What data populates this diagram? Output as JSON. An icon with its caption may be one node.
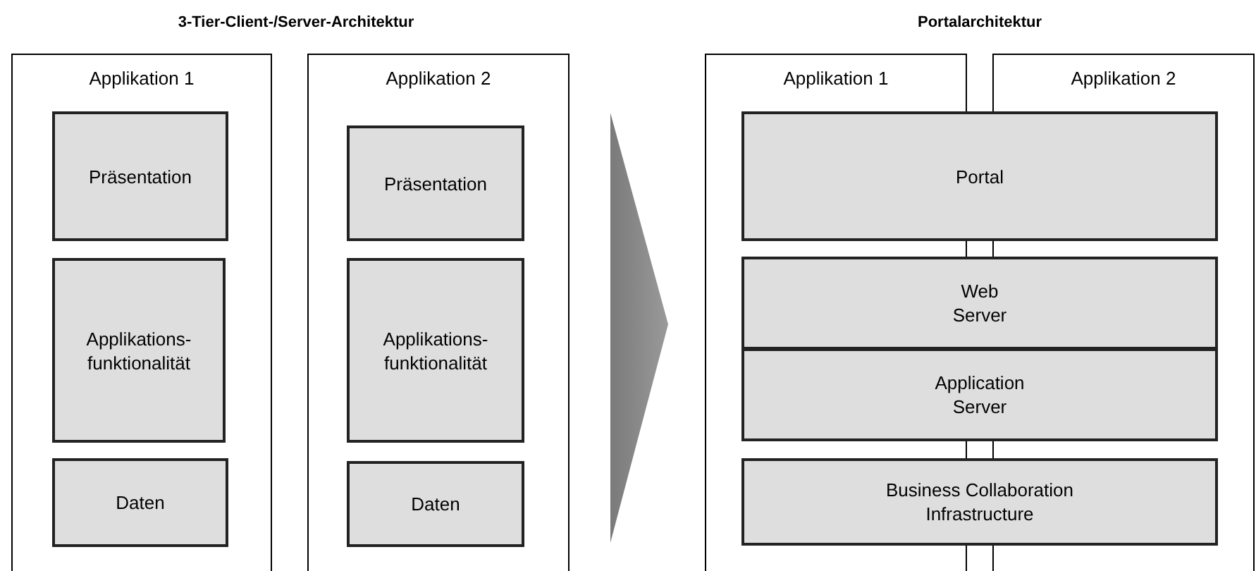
{
  "diagram": {
    "nodes": [
      {
        "text": [
          "Applikation 1"
        ]
      },
      {
        "text": [
          "Präsentation"
        ],
        "in": 0
      },
      {
        "text": [
          "Applikations- funktionalität"
        ],
        "in": 0
      },
      {
        "text": [
          "Daten"
        ],
        "in": 0
      },
      {
        "text": [
          "Applikation 2"
        ]
      },
      {
        "text": [
          "Präsentation"
        ],
        "in": 4
      },
      {
        "text": [
          "Applikations- funktionalität"
        ],
        "in": 4
      },
      {
        "text": [
          "Daten"
        ],
        "in": 4
      },
      {
        "text": [
          "Applikation 1"
        ]
      },
      {
        "text": [
          "Applikation 2"
        ]
      },
      {
        "text": [
          "Portal"
        ]
      },
      {
        "text": [
          "Web Server"
        ]
      },
      {
        "text": [
          "Application Server"
        ]
      },
      {
        "text": [
          "Business Collaboration Infrastructure"
        ]
      }
    ],
    "edges": [],
    "labels": [
      "3-Tier-Client-/Server-Architektur",
      "Portalarchitektur"
    ]
  }
}
